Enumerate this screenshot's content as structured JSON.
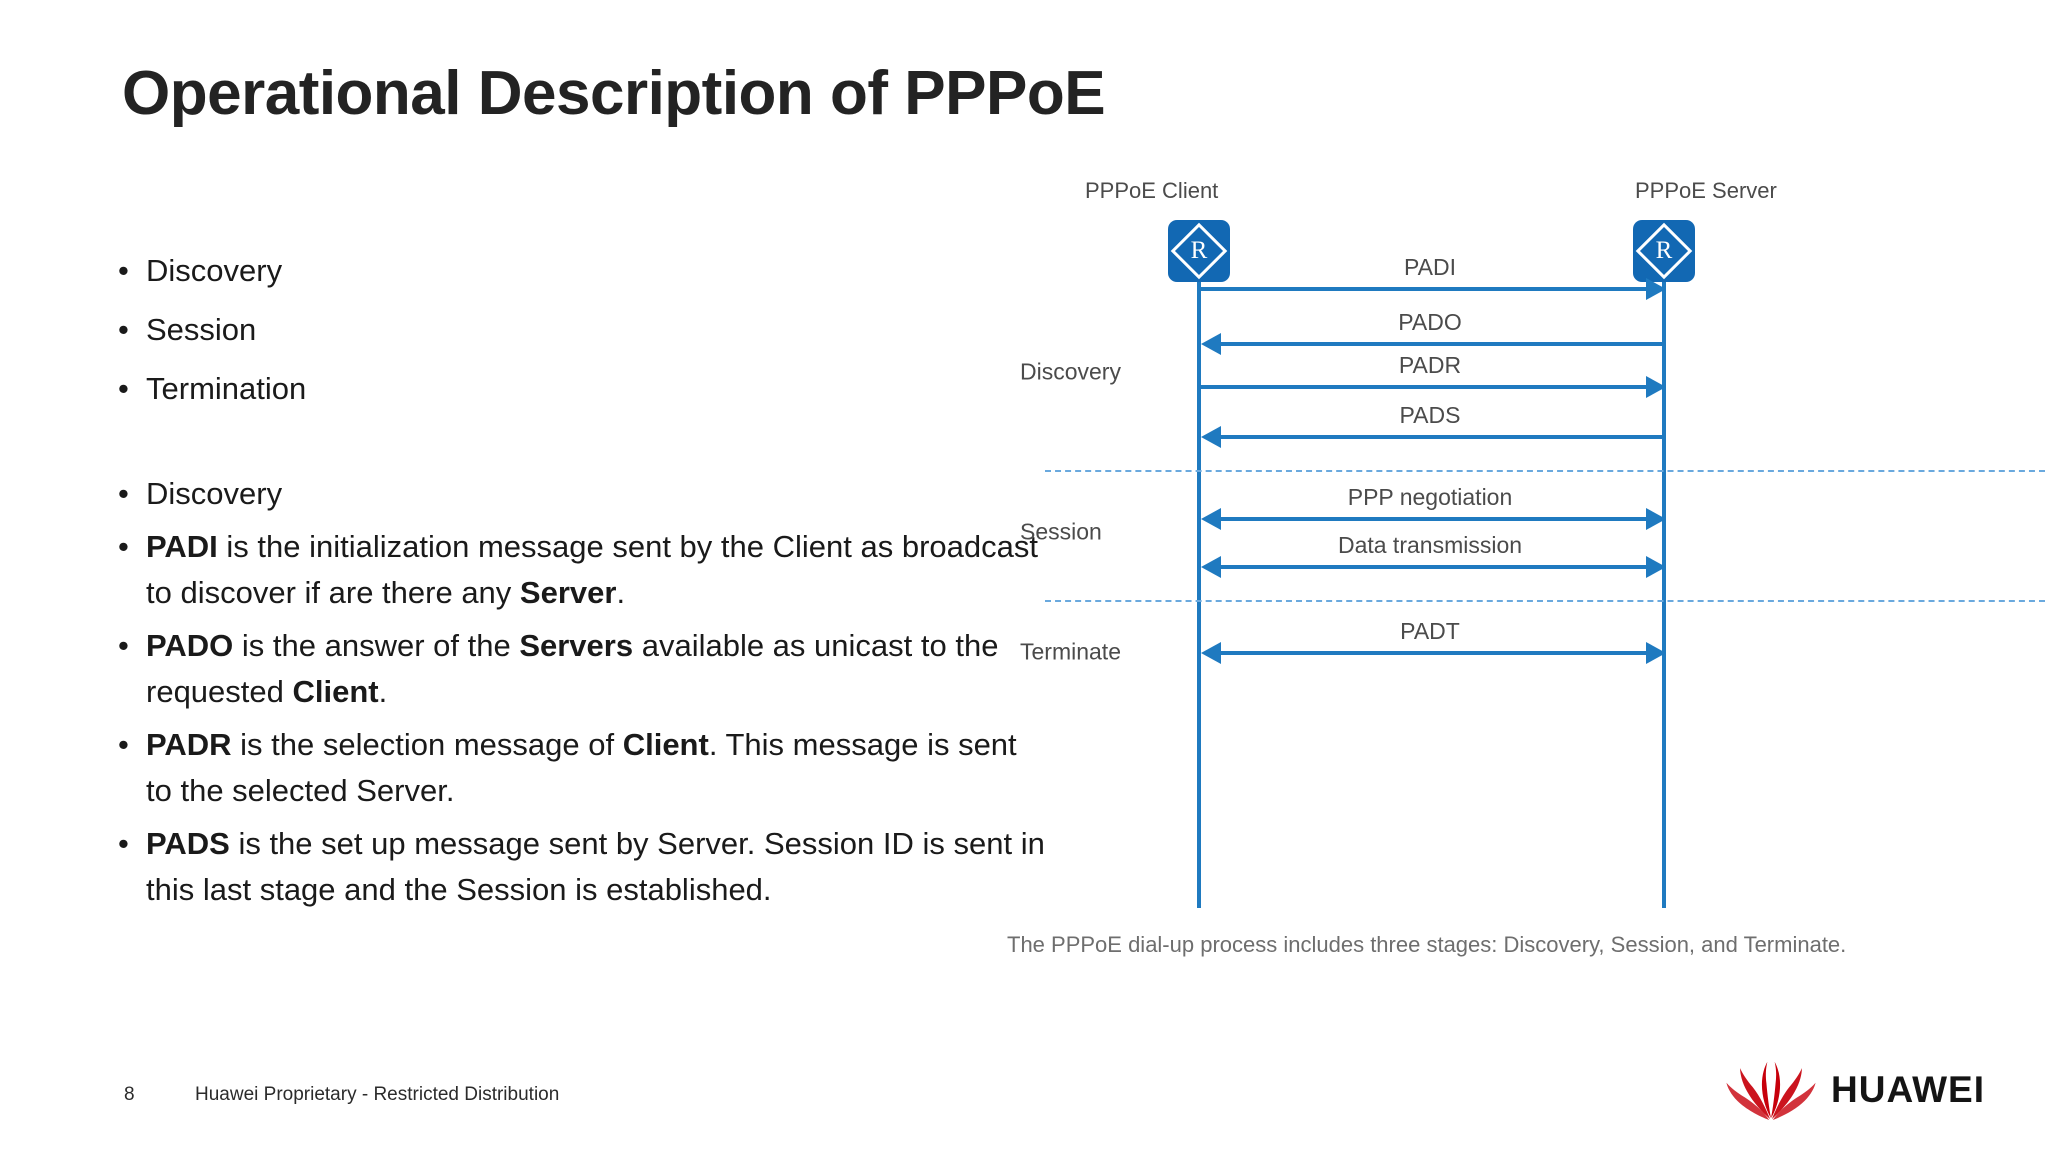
{
  "slide": {
    "title": "Operational Description of PPPoE",
    "page_number": "8",
    "footer_note": "Huawei Proprietary - Restricted Distribution",
    "brand": {
      "wordmark": "HUAWEI",
      "mark_icon": "huawei-flower-logo",
      "mark_color": "#c7000b"
    }
  },
  "bullets": {
    "stage_list": [
      {
        "marker": "•",
        "text": "Discovery"
      },
      {
        "marker": "•",
        "text": "Session"
      },
      {
        "marker": "•",
        "text": "Termination"
      }
    ],
    "detail_list": [
      {
        "marker": "•",
        "parts": [
          {
            "text": "Discovery",
            "bold": false
          }
        ]
      },
      {
        "marker": "•",
        "parts": [
          {
            "text": "PADI",
            "bold": true
          },
          {
            "text": " is the initialization message sent by the Client as broadcast to discover if are there any ",
            "bold": false
          },
          {
            "text": "Server",
            "bold": true
          },
          {
            "text": ".",
            "bold": false
          }
        ]
      },
      {
        "marker": "•",
        "parts": [
          {
            "text": "PADO",
            "bold": true
          },
          {
            "text": " is the answer of the ",
            "bold": false
          },
          {
            "text": "Servers",
            "bold": true
          },
          {
            "text": " available as unicast to the requested ",
            "bold": false
          },
          {
            "text": "Client",
            "bold": true
          },
          {
            "text": ".",
            "bold": false
          }
        ]
      },
      {
        "marker": "•",
        "parts": [
          {
            "text": "PADR",
            "bold": true
          },
          {
            "text": " is the selection message of ",
            "bold": false
          },
          {
            "text": "Client",
            "bold": true
          },
          {
            "text": ". This message is sent to the selected Server.",
            "bold": false
          }
        ]
      },
      {
        "marker": "•",
        "parts": [
          {
            "text": "PADS",
            "bold": true
          },
          {
            "text": " is the set up message sent by Server. Session ID is sent in this last stage and the Session is established.",
            "bold": false
          }
        ]
      }
    ]
  },
  "diagram": {
    "left_node": {
      "label": "PPPoE Client",
      "icon": "router-icon"
    },
    "right_node": {
      "label": "PPPoE Server",
      "icon": "router-icon"
    },
    "stages": [
      {
        "name": "Discovery"
      },
      {
        "name": "Session"
      },
      {
        "name": "Terminate"
      }
    ],
    "messages": [
      {
        "label": "PADI",
        "direction": "right"
      },
      {
        "label": "PADO",
        "direction": "left"
      },
      {
        "label": "PADR",
        "direction": "right"
      },
      {
        "label": "PADS",
        "direction": "left"
      },
      {
        "label": "PPP negotiation",
        "direction": "both"
      },
      {
        "label": "Data transmission",
        "direction": "both"
      },
      {
        "label": "PADT",
        "direction": "both"
      }
    ],
    "caption": "The PPPoE dial-up process includes three stages: Discovery, Session, and Terminate.",
    "line_color": "#1f7ac0",
    "divider_color": "#6aa9de",
    "node_fill": "#1268b3"
  }
}
